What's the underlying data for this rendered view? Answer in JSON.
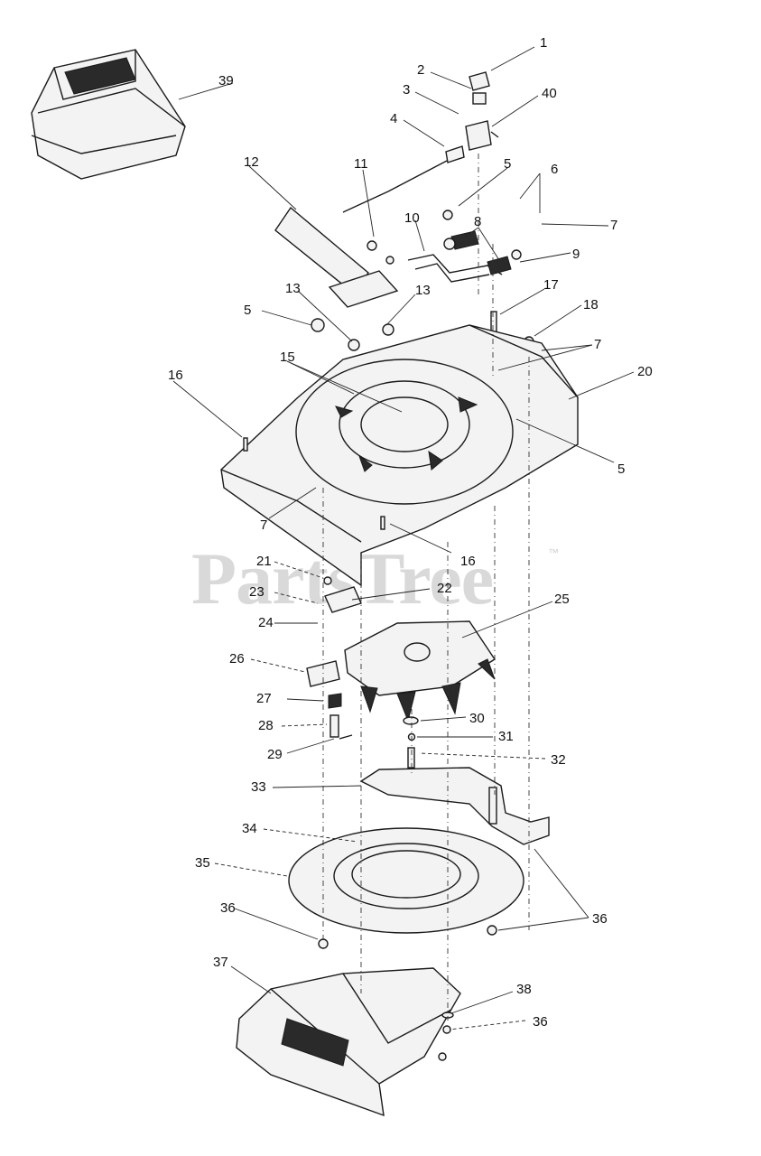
{
  "watermark": {
    "text": "PartsTree",
    "trademark": "™"
  },
  "callouts": [
    "1",
    "2",
    "3",
    "4",
    "5",
    "6",
    "7",
    "8",
    "9",
    "10",
    "11",
    "12",
    "13",
    "13",
    "5",
    "15",
    "16",
    "17",
    "18",
    "7",
    "7",
    "20",
    "5",
    "7",
    "16",
    "21",
    "22",
    "23",
    "24",
    "25",
    "26",
    "27",
    "28",
    "29",
    "30",
    "31",
    "32",
    "33",
    "34",
    "35",
    "36",
    "36",
    "37",
    "38",
    "36",
    "39",
    "40"
  ]
}
